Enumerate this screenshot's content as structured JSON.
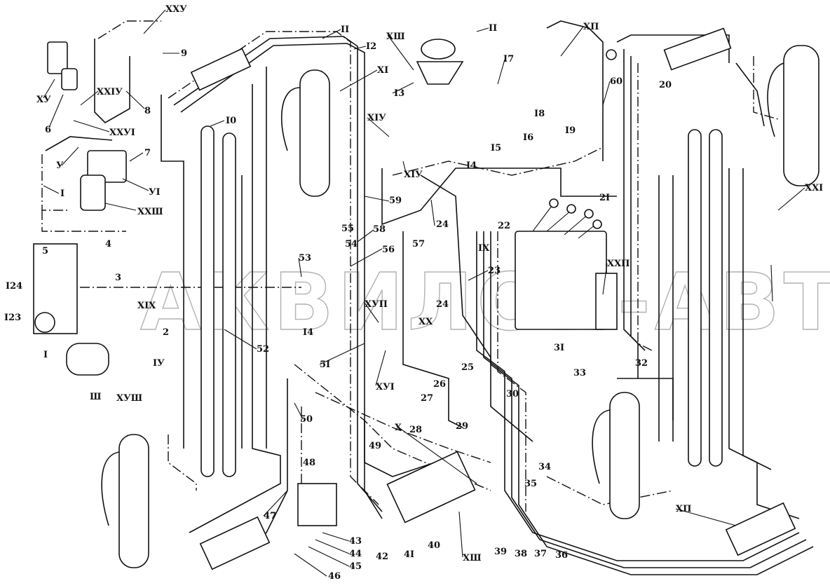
{
  "watermark": "АКВИЛОН-АВТО",
  "callouts": {
    "c_XXV": "XXУ",
    "c_9": "9",
    "c_XV": "XУ",
    "c_XXIV": "XXIУ",
    "c_6": "6",
    "c_XXVI": "XXУI",
    "c_8": "8",
    "c_10": "I0",
    "c_7": "7",
    "c_V": "У",
    "c_VI": "УI",
    "c_I_a": "I",
    "c_XXIII": "XXШ",
    "c_5": "5",
    "c_4": "4",
    "c_3": "3",
    "c_124": "I24",
    "c_123": "I23",
    "c_XIX": "XIX",
    "c_2": "2",
    "c_I_b": "I",
    "c_III": "Ш",
    "c_XVIII": "XУШ",
    "c_IV": "IУ",
    "c_11": "II",
    "c_12": "I2",
    "c_XIII_top": "XШ",
    "c_XI": "XI",
    "c_13": "I3",
    "c_II": "II",
    "c_17": "I7",
    "c_XII_top": "XП",
    "c_60": "60",
    "c_18": "I8",
    "c_16": "I6",
    "c_19": "I9",
    "c_15": "I5",
    "c_14_top": "I4",
    "c_XIV_a": "XIУ",
    "c_XIV_b": "XIУ",
    "c_20": "20",
    "c_21": "2I",
    "c_59": "59",
    "c_55": "55",
    "c_54": "54",
    "c_58": "58",
    "c_57": "57",
    "c_24_a": "24",
    "c_22": "22",
    "c_56": "56",
    "c_53": "53",
    "c_IX": "IX",
    "c_23": "23",
    "c_24_b": "24",
    "c_XXII": "XXП",
    "c_XXI": "XXI",
    "c_14_mid": "I4",
    "c_52": "52",
    "c_XVII": "XУП",
    "c_XX": "XX",
    "c_51": "5I",
    "c_XVI": "XУI",
    "c_26": "26",
    "c_25": "25",
    "c_27": "27",
    "c_31": "3I",
    "c_32": "32",
    "c_33": "33",
    "c_30": "30",
    "c_50": "50",
    "c_X": "X",
    "c_28": "28",
    "c_29": "29",
    "c_49": "49",
    "c_48": "48",
    "c_34": "34",
    "c_35": "35",
    "c_47": "47",
    "c_42": "42",
    "c_41": "4I",
    "c_40": "40",
    "c_XIII_bot": "XШ",
    "c_39": "39",
    "c_38": "38",
    "c_37": "37",
    "c_36": "36",
    "c_43": "43",
    "c_44": "44",
    "c_45": "45",
    "c_46": "46",
    "c_XII_bot": "XП"
  }
}
